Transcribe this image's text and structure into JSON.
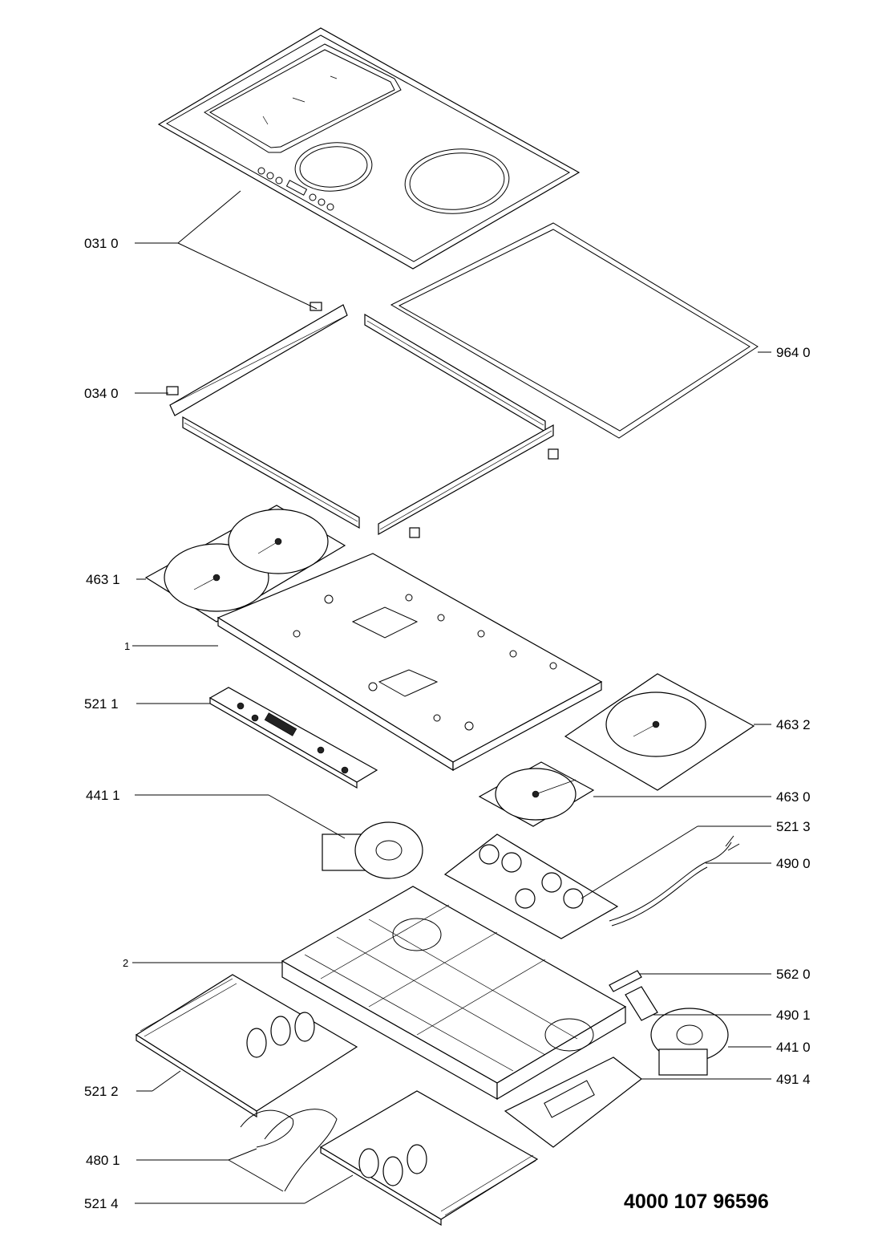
{
  "document_number": "4000 107 96596",
  "labels": {
    "p0310": "031 0",
    "p0340": "034 0",
    "p9640": "964 0",
    "p4631": "463 1",
    "p1": "1",
    "p5211": "521 1",
    "p4632": "463 2",
    "p4411": "441 1",
    "p4630": "463 0",
    "p5213": "521 3",
    "p4900": "490 0",
    "p2": "2",
    "p5620": "562 0",
    "p4901": "490 1",
    "p4410": "441 0",
    "p5212": "521 2",
    "p4914": "491 4",
    "p4801": "480 1",
    "p5214": "521 4"
  }
}
